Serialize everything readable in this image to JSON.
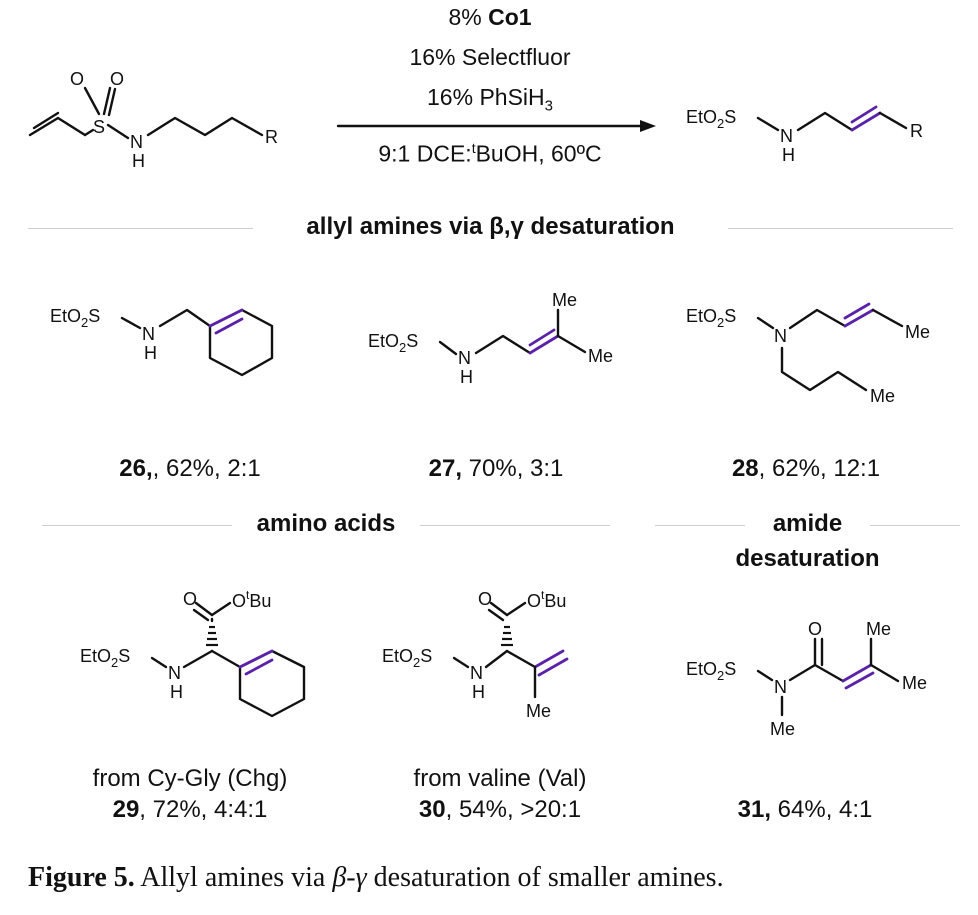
{
  "conditions": {
    "line1_pre": "8% ",
    "line1_bold": "Co1",
    "line2": "16% Selectfluor",
    "line3_pre": "16% PhSiH",
    "line3_sub": "3",
    "line4_pre": "9:1 DCE:",
    "line4_sup": "t",
    "line4_post": "BuOH, 60ºC"
  },
  "atoms": {
    "S": "S",
    "O": "O",
    "N": "N",
    "H": "H",
    "R": "R",
    "EtO2": "EtO",
    "sub2": "2",
    "Me": "Me",
    "OtBu_O": "O",
    "OtBu_t": "t",
    "OtBu_Bu": "Bu"
  },
  "sections": {
    "allyl": "allyl amines via β,γ desaturation",
    "amino": "amino acids",
    "amide_line1": "amide",
    "amide_line2": "desaturation"
  },
  "compounds": [
    {
      "id": "26",
      "rest": ", 62%, 2:1",
      "id_bold_suffix": ","
    },
    {
      "id": "27",
      "rest": " 70%, 3:1",
      "id_bold_suffix": ","
    },
    {
      "id": "28",
      "rest": ", 62%, 12:1",
      "id_bold_suffix": ""
    },
    {
      "id": "29",
      "rest": ", 72%, 4:4:1",
      "id_bold_suffix": "",
      "origin": "from Cy-Gly (Chg)"
    },
    {
      "id": "30",
      "rest": ", 54%, >20:1",
      "id_bold_suffix": "",
      "origin": "from valine (Val)"
    },
    {
      "id": "31",
      "rest": " 64%, 4:1",
      "id_bold_suffix": ","
    }
  ],
  "caption": {
    "label": "Figure 5.",
    "pre": " Allyl amines via ",
    "beta": "β",
    "dash": "-",
    "gamma": "γ",
    "post": " desaturation of smaller amines."
  },
  "colors": {
    "alkene": "#5a22a8",
    "ink": "#111111",
    "rule": "#cfcfcf"
  }
}
